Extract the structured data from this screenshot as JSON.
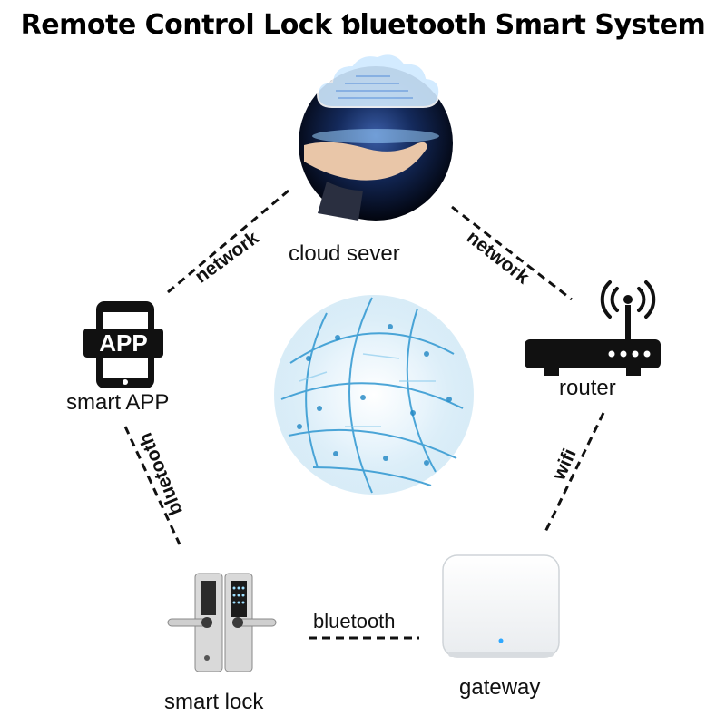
{
  "title": "Remote Control Lock ƅluetooth Smart System",
  "nodes": {
    "cloud": {
      "label": "cloud sever",
      "icon": "cloud-in-hand-icon"
    },
    "app": {
      "label": "smart APP",
      "icon_text": "APP",
      "icon": "smartphone-icon"
    },
    "router": {
      "label": "router",
      "icon": "router-icon"
    },
    "gateway": {
      "label": "gateway",
      "icon": "gateway-icon"
    },
    "lock": {
      "label": "smart lock",
      "icon": "door-lock-icon"
    }
  },
  "links": {
    "app_cloud": "network",
    "cloud_router": "network",
    "app_lock": "bluetooth",
    "router_gateway": "wifi",
    "lock_gateway": "bluetooth"
  },
  "center_icon": "digital-globe-icon"
}
